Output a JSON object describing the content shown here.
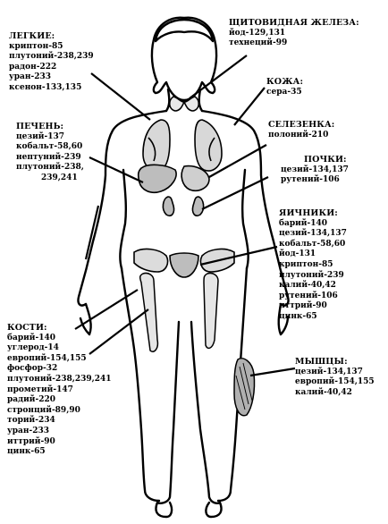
{
  "organs": {
    "lungs": {
      "title": "ЛЕГКИЕ:",
      "items": [
        "криптон-85",
        "плутоний-238,239",
        "радон-222",
        "уран-233",
        "ксенон-133,135"
      ]
    },
    "thyroid": {
      "title": "ЩИТОВИДНАЯ ЖЕЛЕЗА:",
      "items": [
        "йод-129,131",
        "технеций-99"
      ]
    },
    "skin": {
      "title": "КОЖА:",
      "items": [
        "сера-35"
      ]
    },
    "liver": {
      "title": "ПЕЧЕНЬ:",
      "items": [
        "цезий-137",
        "кобальт-58,60",
        "нептуний-239",
        "плутоний-238,",
        "239,241"
      ]
    },
    "spleen": {
      "title": "СЕЛЕЗЕНКА:",
      "items": [
        "полоний-210"
      ]
    },
    "kidneys": {
      "title": "ПОЧКИ:",
      "items": [
        "цезий-134,137",
        "рутений-106"
      ]
    },
    "ovaries": {
      "title": "ЯИЧНИКИ:",
      "items": [
        "барий-140",
        "цезий-134,137",
        "кобальт-58,60",
        "йод-131",
        "криптон-85",
        "плутоний-239",
        "калий-40,42",
        "рутений-106",
        "иттрий-90",
        "цинк-65"
      ]
    },
    "bones": {
      "title": "КОСТИ:",
      "items": [
        "барий-140",
        "углерод-14",
        "европий-154,155",
        "фосфор-32",
        "плутоний-238,239,241",
        "прометий-147",
        "радий-220",
        "стронций-89,90",
        "торий-234",
        "уран-233",
        "иттрий-90",
        "цинк-65"
      ]
    },
    "muscles": {
      "title": "МЫШЦЫ:",
      "items": [
        "цезий-134,137",
        "европий-154,155",
        "калий-40,42"
      ]
    }
  }
}
